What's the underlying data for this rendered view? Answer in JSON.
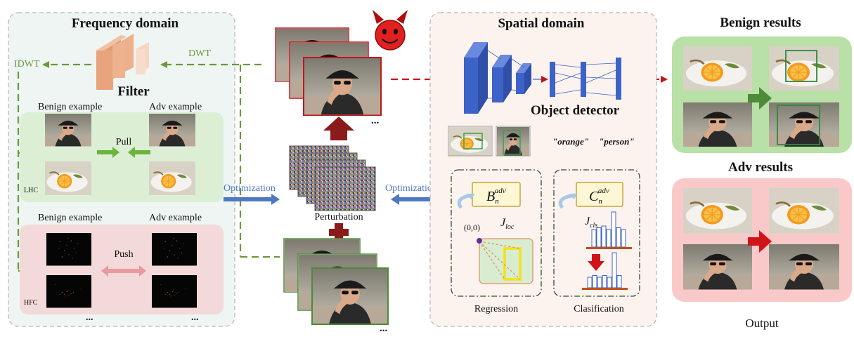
{
  "frequency_domain": {
    "title": "Frequency domain",
    "idwt": "IDWT",
    "dwt": "DWT",
    "filter": "Filter",
    "low": {
      "benign": "Benign example",
      "adv": "Adv example",
      "action": "Pull",
      "tag": "LHC"
    },
    "high": {
      "benign": "Benign example",
      "adv": "Adv example",
      "action": "Push",
      "tag": "HFC"
    },
    "ellipsis": "..."
  },
  "middle": {
    "optimization_left": "Optimization",
    "optimization_right": "Optimization",
    "perturbation": "Perturbation",
    "ellipsis": "..."
  },
  "spatial_domain": {
    "title": "Spatial domain",
    "detector": "Object detector",
    "label_orange": "\"orange\"",
    "label_person": "\"person\"",
    "regression": {
      "box_symbol": "B",
      "box_sub": "n",
      "box_sup": "adv",
      "loss_symbol": "J",
      "loss_sub": "loc",
      "origin": "(0,0)",
      "caption": "Regression"
    },
    "classification": {
      "box_symbol": "C",
      "box_sub": "n",
      "box_sup": "adv",
      "loss_symbol": "J",
      "loss_sub": "cls",
      "caption": "Clasification",
      "hist_before": [
        0.5,
        0.55,
        0.6,
        0.5,
        1.0,
        0.55,
        0.5
      ],
      "hist_after": [
        0.3,
        0.35,
        0.3,
        0.35,
        0.3,
        1.0,
        0.35
      ]
    }
  },
  "results": {
    "benign_title": "Benign results",
    "adv_title": "Adv results",
    "output": "Output"
  },
  "colors": {
    "freq_panel": "#eef5f3",
    "low_band": "#dcefd5",
    "high_band": "#f3d9d9",
    "spatial_panel": "#fcf3ee",
    "benign_panel": "#b9e0a6",
    "adv_panel": "#f9c9c9",
    "dashed_green": "#6a9a3a",
    "dashed_red": "#c0161a",
    "opt_blue": "#4f78c4",
    "filter_orange": "#e9a27a",
    "detector_blue": "#3d63c9",
    "dark_red": "#8b1a1a"
  }
}
